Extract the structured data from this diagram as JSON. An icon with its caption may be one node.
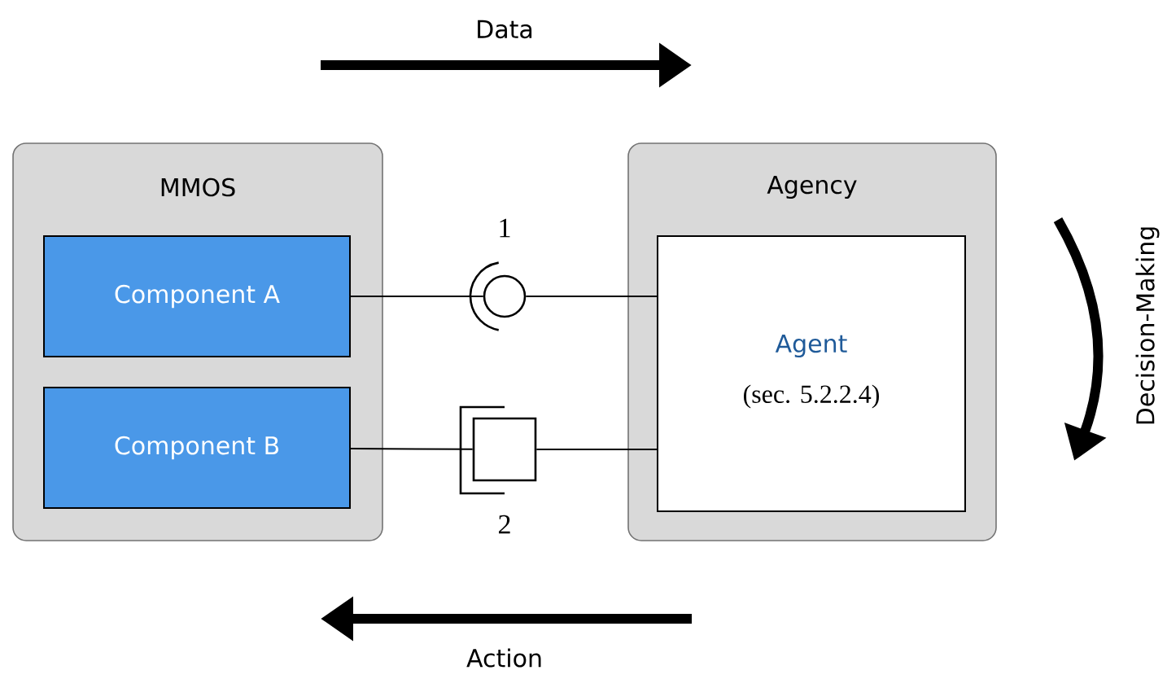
{
  "diagram": {
    "nodes": [
      {
        "text": [
          "MMOS"
        ]
      },
      {
        "text": [
          "Component A"
        ],
        "in": 0
      },
      {
        "text": [
          "Component B"
        ],
        "in": 0
      },
      {
        "text": [
          "Agency"
        ]
      },
      {
        "text": [
          "Agent",
          "(sec. 5.2.2.4)"
        ],
        "in": 3
      },
      {
        "text": [],
        "shape": "circle",
        "beside": [
          "1"
        ]
      },
      {
        "text": [],
        "shape": "box",
        "beside": [
          "2"
        ]
      }
    ],
    "edges": [
      {
        "from": 1,
        "to": 5,
        "arrow": "none"
      },
      {
        "from": 5,
        "to": 4,
        "arrow": "none"
      },
      {
        "from": 2,
        "to": 6,
        "arrow": "none"
      },
      {
        "from": 6,
        "to": 4,
        "arrow": "none"
      }
    ],
    "labels": [
      "Data",
      "Action",
      "Decision-Making"
    ]
  }
}
